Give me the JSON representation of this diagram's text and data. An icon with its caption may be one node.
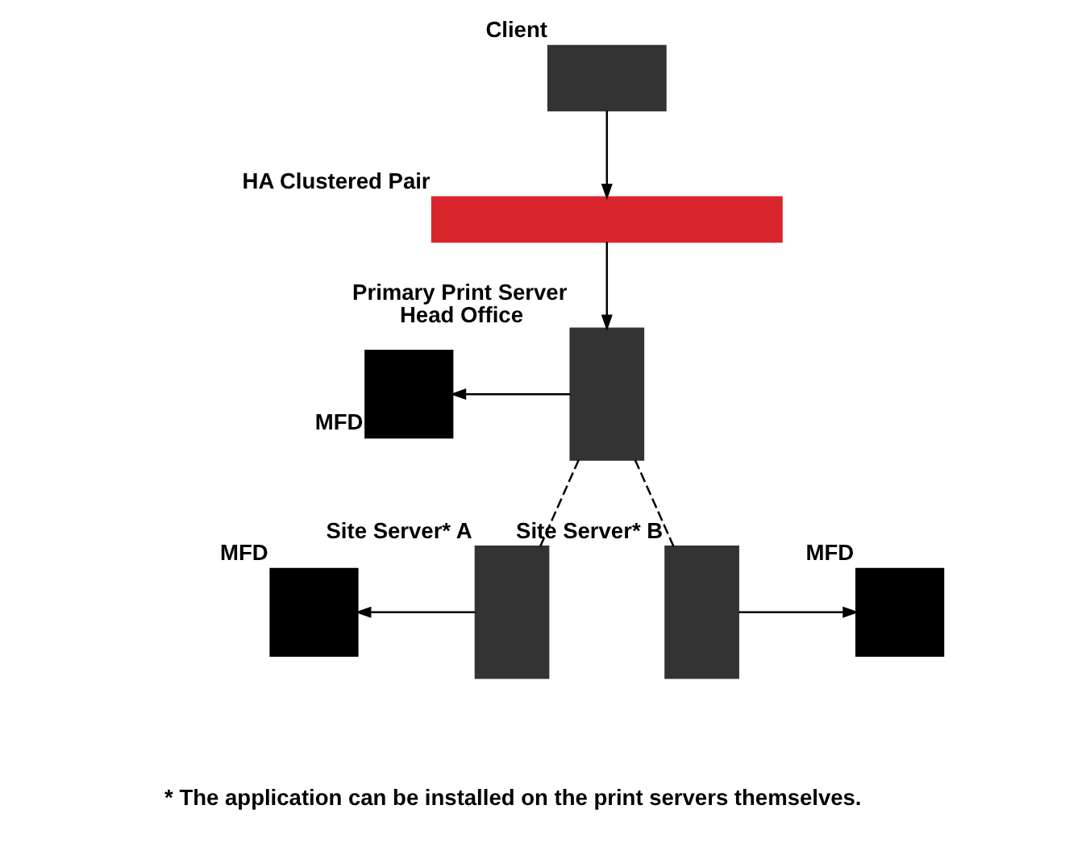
{
  "diagram": {
    "nodes": [
      {
        "text": [],
        "shape": "box",
        "beside": [
          "Client"
        ]
      },
      {
        "text": [],
        "shape": "bar",
        "beside": [
          "HA Clustered Pair"
        ]
      },
      {
        "text": [],
        "shape": "box",
        "beside": [
          "Primary Print Server",
          "Head Office"
        ]
      },
      {
        "text": [],
        "shape": "box",
        "beside": [
          "MFD"
        ]
      },
      {
        "text": [],
        "shape": "box",
        "beside": [
          "Site Server* A"
        ]
      },
      {
        "text": [],
        "shape": "box",
        "beside": [
          "MFD"
        ]
      },
      {
        "text": [],
        "shape": "box",
        "beside": [
          "Site Server* B"
        ]
      },
      {
        "text": [],
        "shape": "box",
        "beside": [
          "MFD"
        ]
      }
    ],
    "edges": [
      {
        "from": 0,
        "to": 1,
        "arrow": "to"
      },
      {
        "from": 1,
        "to": 2,
        "arrow": "to"
      },
      {
        "from": 2,
        "to": 3,
        "arrow": "to"
      },
      {
        "from": 2,
        "to": 4,
        "arrow": "none",
        "style": "dashed"
      },
      {
        "from": 2,
        "to": 6,
        "arrow": "none",
        "style": "dashed"
      },
      {
        "from": 4,
        "to": 5,
        "arrow": "to"
      },
      {
        "from": 6,
        "to": 7,
        "arrow": "to"
      }
    ],
    "labels": [
      "* The application can be installed on the print servers themselves."
    ]
  }
}
